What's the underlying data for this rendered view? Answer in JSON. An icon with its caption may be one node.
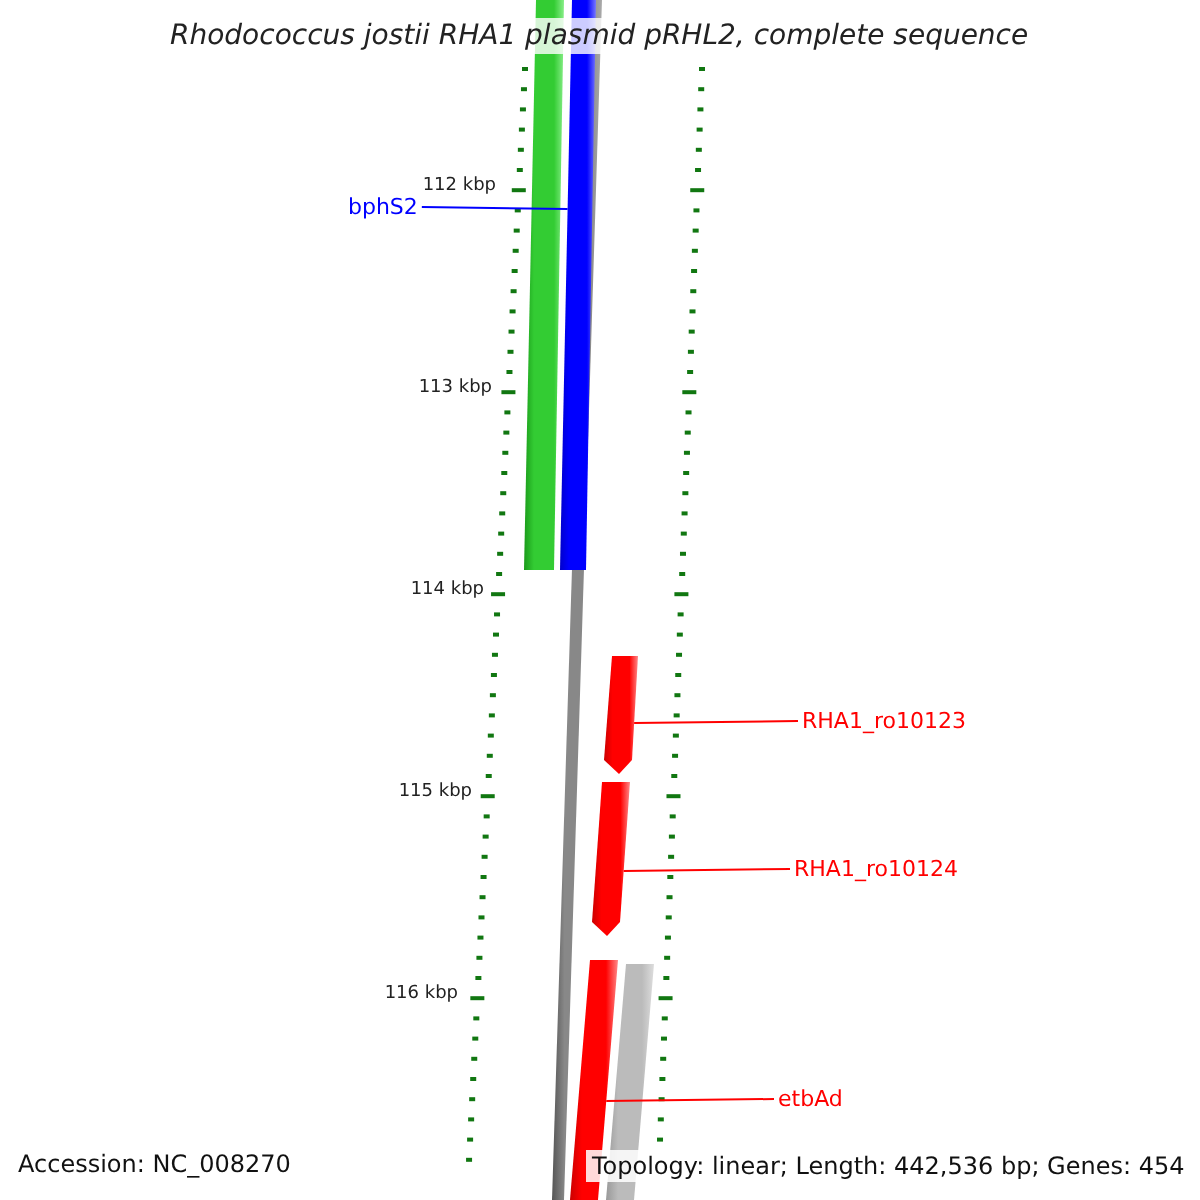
{
  "diagram": {
    "title": "Rhodococcus jostii RHA1 plasmid pRHL2, complete sequence",
    "nodes": [
      {
        "text": [],
        "shape": "bar"
      },
      {
        "text": [],
        "shape": "bar"
      },
      {
        "text": [
          "bphS2"
        ]
      },
      {
        "text": [],
        "shape": "arrow"
      },
      {
        "text": [
          "RHA1_ro10123"
        ]
      },
      {
        "text": [],
        "shape": "arrow"
      },
      {
        "text": [
          "RHA1_ro10124"
        ]
      },
      {
        "text": [],
        "shape": "bar"
      },
      {
        "text": [],
        "shape": "bar"
      },
      {
        "text": [
          "etbAd"
        ]
      }
    ],
    "edges": [
      {
        "from": 2,
        "to": 1,
        "arrow": "none",
        "color": "#0000ff"
      },
      {
        "from": 4,
        "to": 3,
        "arrow": "none"
      },
      {
        "from": 6,
        "to": 5,
        "arrow": "none"
      },
      {
        "from": 9,
        "to": 7,
        "arrow": "none"
      }
    ],
    "labels": [
      "112 kbp",
      "113 kbp",
      "114 kbp",
      "115 kbp",
      "116 kbp",
      "Accession: NC_008270",
      "Topology: linear; Length: 442,536 bp; Genes: 454"
    ]
  }
}
